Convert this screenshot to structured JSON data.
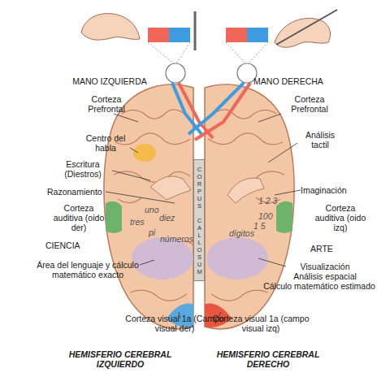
{
  "diagram": {
    "nodes": [
      {
        "text": [
          "CORPUS CALLOSUM"
        ]
      }
    ],
    "labels": [
      "MANO IZQUIERDA",
      "MANO DERECHA",
      "Corteza Prefrontal",
      "Corteza Prefrontal",
      "Centro del habla",
      "Análisis tactil",
      "Escritura (Diestros)",
      "Imaginación",
      "Razonamiento",
      "uno",
      "diez",
      "tres",
      "pi",
      "números",
      "1 2 3",
      "100",
      "1 5",
      "dígitos",
      "Corteza auditiva (oido der)",
      "Corteza auditiva (oido izq)",
      "CIENCIA",
      "ARTE",
      "Área del lenguaje y cálculo matemático exacto",
      "Visualización",
      "Análisis espacial",
      "Cálculo matemático estimado",
      "Corteza visual 1a (Campo visual der)",
      "Corteza visual 1a (campo visual izq)",
      "HEMISFERIO CEREBRAL IZQUIERDO",
      "HEMISFERIO CEREBRAL DERECHO"
    ]
  }
}
